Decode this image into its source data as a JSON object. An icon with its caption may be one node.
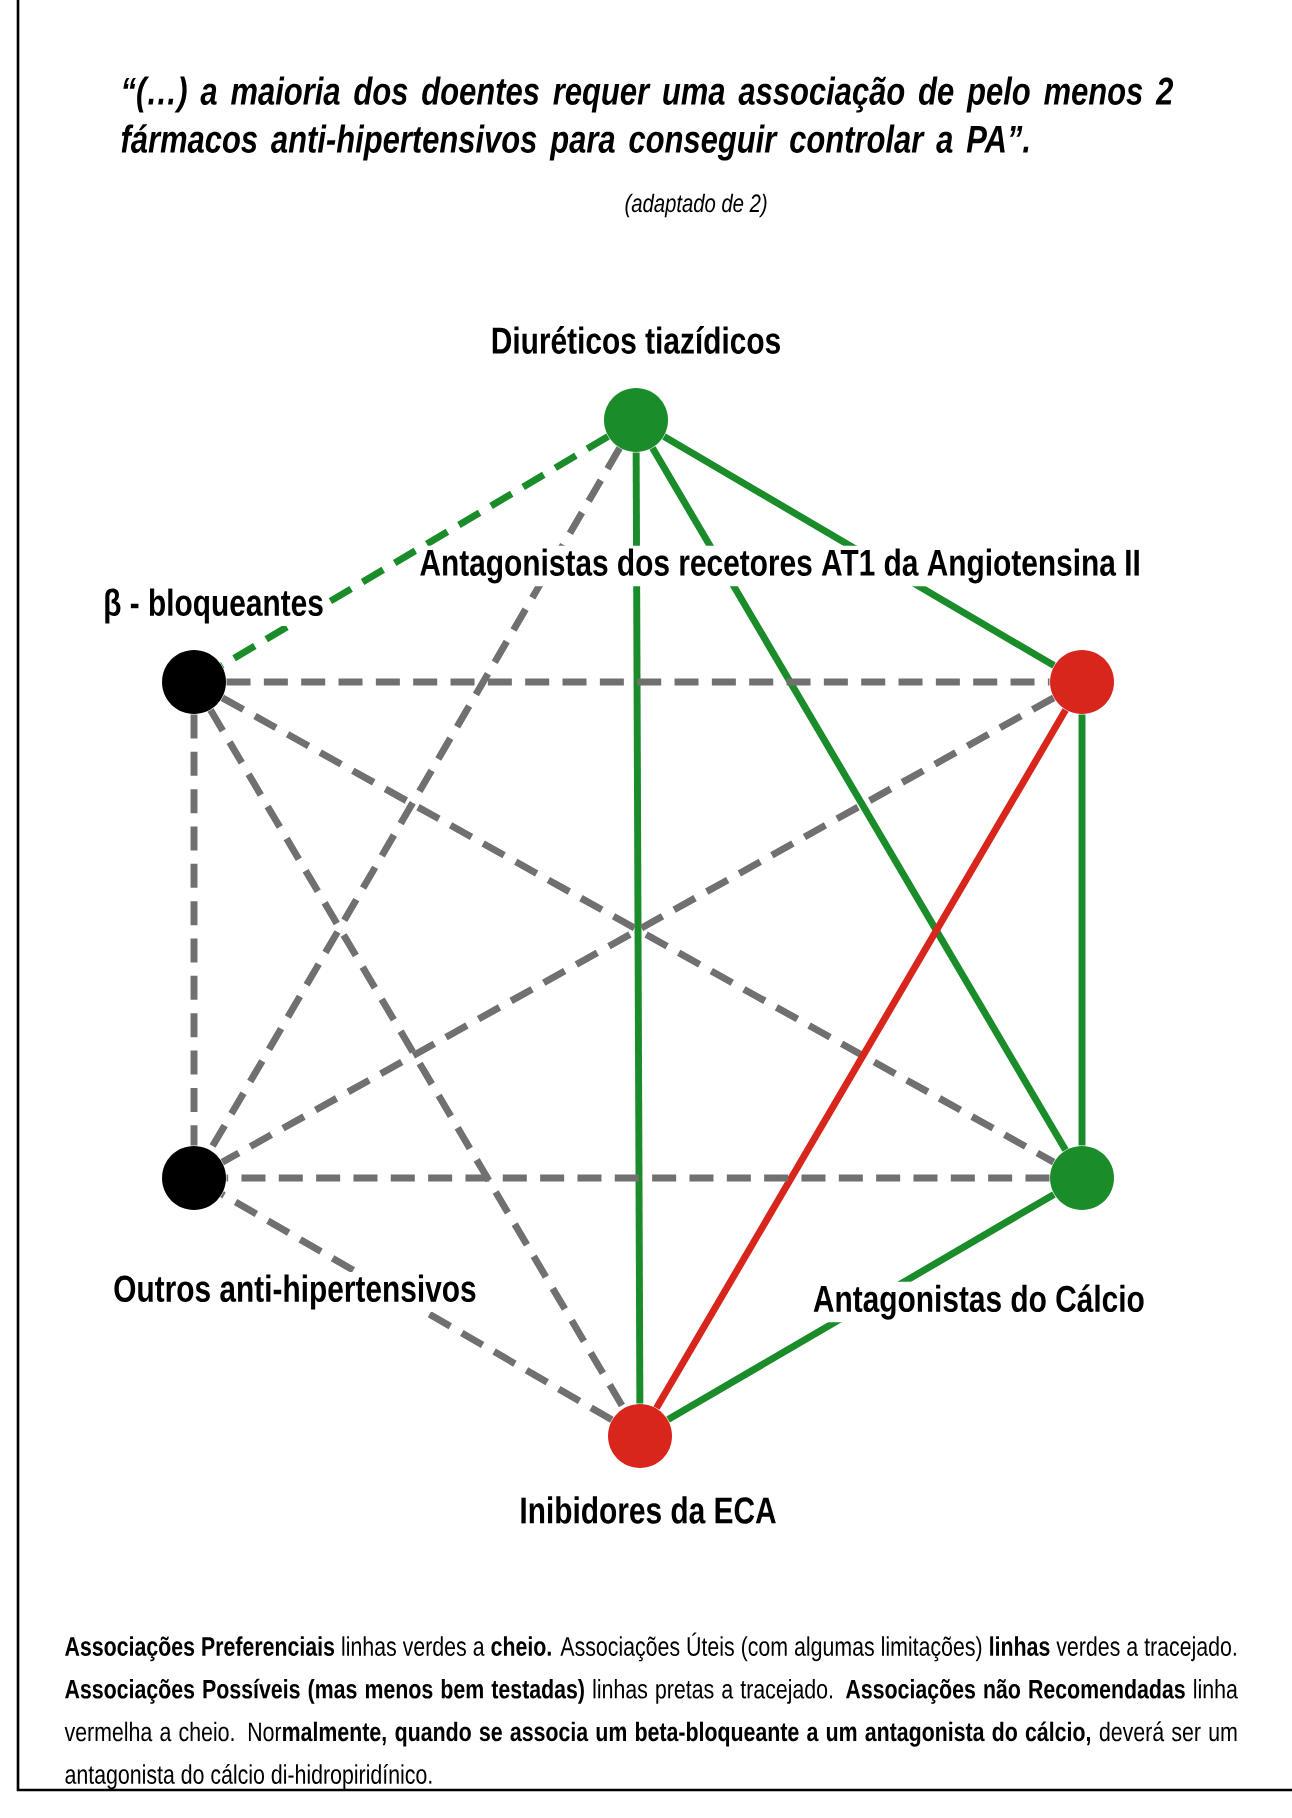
{
  "diagram": {
    "title": "“(…) a maioria dos doentes requer uma associação de pelo menos 2 fármacos anti-hipertensivos para conseguir controlar a PA”.",
    "nodes": [
      {
        "text": [],
        "shape": "circle",
        "beside": [
          "Diuréticos tiazídicos"
        ]
      },
      {
        "text": [],
        "shape": "circle",
        "beside": [
          "β - bloqueantes"
        ]
      },
      {
        "text": [],
        "shape": "circle",
        "beside": [
          "Antagonistas dos recetores AT1 da Angiotensina II"
        ]
      },
      {
        "text": [],
        "shape": "circle",
        "beside": [
          "Antagonistas do Cálcio"
        ]
      },
      {
        "text": [],
        "shape": "circle",
        "beside": [
          "Inibidores da ECA"
        ]
      },
      {
        "text": [],
        "shape": "circle",
        "beside": [
          "Outros anti-hipertensivos"
        ]
      }
    ],
    "edges": [
      {
        "from": 0,
        "to": 1,
        "arrow": "none",
        "style": "dashed",
        "color": "#1a8c2a"
      },
      {
        "from": 0,
        "to": 2,
        "arrow": "none",
        "color": "#1a8c2a"
      },
      {
        "from": 0,
        "to": 3,
        "arrow": "none",
        "color": "#1a8c2a"
      },
      {
        "from": 0,
        "to": 4,
        "arrow": "none",
        "color": "#1a8c2a"
      },
      {
        "from": 0,
        "to": 5,
        "arrow": "none",
        "style": "dashed"
      },
      {
        "from": 1,
        "to": 2,
        "arrow": "none",
        "style": "dashed"
      },
      {
        "from": 1,
        "to": 3,
        "arrow": "none",
        "style": "dashed"
      },
      {
        "from": 1,
        "to": 4,
        "arrow": "none",
        "style": "dashed"
      },
      {
        "from": 1,
        "to": 5,
        "arrow": "none",
        "style": "dashed"
      },
      {
        "from": 2,
        "to": 3,
        "arrow": "none",
        "color": "#1a8c2a"
      },
      {
        "from": 2,
        "to": 4,
        "arrow": "none",
        "color": "#d9261c"
      },
      {
        "from": 2,
        "to": 5,
        "arrow": "none",
        "style": "dashed"
      },
      {
        "from": 3,
        "to": 4,
        "arrow": "none",
        "color": "#1a8c2a"
      },
      {
        "from": 3,
        "to": 5,
        "arrow": "none",
        "style": "dashed"
      },
      {
        "from": 4,
        "to": 5,
        "arrow": "none",
        "style": "dashed"
      }
    ],
    "labels": [
      "(adaptado de 2)"
    ],
    "caption": "**Associações Preferenciais** linhas verdes a **cheio.** Associações Úteis (com algumas limitações) **linhas** verdes a tracejado. **Associações Possíveis (mas menos bem testadas)** linhas pretas a tracejado. **Associações não Recomendadas** linha vermelha a cheio. Nor**malmente, quando se associa um beta-bloqueante a um antagonista do cálcio,** deverá ser um antagonista do cálcio di-hidropiridínico."
  }
}
